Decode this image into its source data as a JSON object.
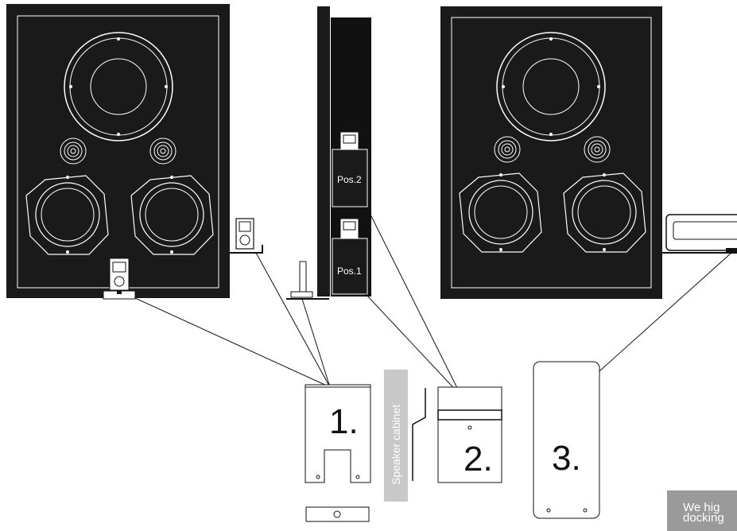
{
  "labels": {
    "pos2": "Pos.2",
    "pos1": "Pos.1",
    "speaker_cabinet": "Speaker cabinet",
    "bracket1": "1.",
    "bracket2": "2.",
    "bracket3": "3."
  },
  "note": {
    "line1": "We hig",
    "line2": "docking"
  },
  "colors": {
    "cabinet": "#1a1a1a",
    "line": "#111111",
    "note_bg": "#9a9a9a",
    "cabinet_label_bg": "#c8c8c8"
  }
}
